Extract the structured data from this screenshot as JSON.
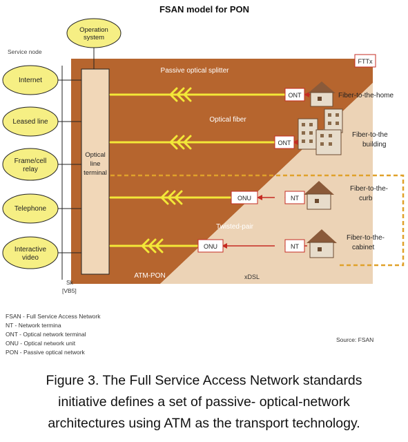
{
  "title": "FSAN model for PON",
  "operation_system": [
    "Operation",
    "system"
  ],
  "service_node_label": "Service node",
  "services": [
    [
      "Internet"
    ],
    [
      "Leased line"
    ],
    [
      "Frame/cell",
      "relay"
    ],
    [
      "Telephone"
    ],
    [
      "Interactive",
      "video"
    ]
  ],
  "olt": [
    "Optical",
    "line",
    "terminal"
  ],
  "passive_splitter": "Passive optical splitter",
  "optical_fiber": "Optical fiber",
  "twisted_pair": "Twisted-pair",
  "atm_pon": "ATM-PON",
  "xdsl": "xDSL",
  "fttx": "FTTx",
  "ont1": "ONT",
  "ont2": "ONT",
  "onu1": "ONU",
  "onu2": "ONU",
  "nt1": "NT",
  "nt2": "NT",
  "fiber_home": "Fiber-to-the-home",
  "fiber_building": [
    "Fiber-to-the",
    "building"
  ],
  "fiber_curb": [
    "Fiber-to-the-",
    "curb"
  ],
  "fiber_cabinet": [
    "Fiber-to-the-",
    "cabinet"
  ],
  "sk": [
    "Sk",
    "[VB5]"
  ],
  "legend": [
    "FSAN - Full Service Access Network",
    "NT - Network termina",
    "ONT - Optical network terminal",
    "ONU - Optical network unit",
    "PON - Passive optical network"
  ],
  "source": "Source: FSAN",
  "caption": [
    "Figure 3. The Full Service Access Network standards",
    "initiative defines a set of passive- optical-network",
    "architectures using ATM as the transport technology."
  ],
  "colors": {
    "pon_brown": "#b6652e",
    "xdsl_beige": "#ecd3b6",
    "service_yellow": "#f6ef84",
    "olt_fill": "#f1d7b8",
    "fiber_yellow": "#f3e838",
    "arrow_red": "#c52b22",
    "dashed_orange": "#e0a12a"
  }
}
